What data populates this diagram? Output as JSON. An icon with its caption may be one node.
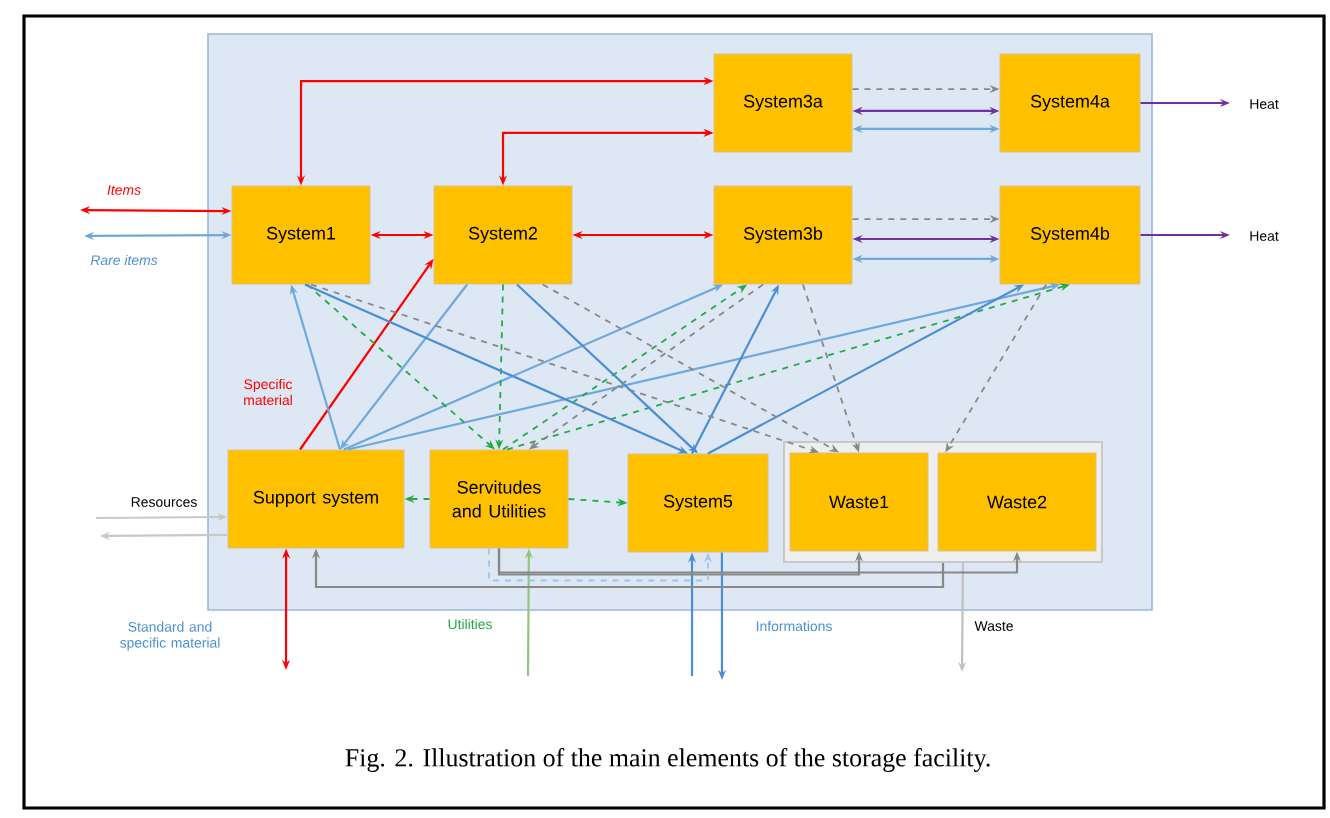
{
  "diagram": {
    "caption": "Fig. 2. Illustration of the main elements of the storage facility.",
    "nodes": [
      {
        "text": [
          "System1"
        ]
      },
      {
        "text": [
          "System2"
        ]
      },
      {
        "text": [
          "System3a"
        ]
      },
      {
        "text": [
          "System4a"
        ]
      },
      {
        "text": [
          "System3b"
        ]
      },
      {
        "text": [
          "System4b"
        ]
      },
      {
        "text": [
          "Support system"
        ]
      },
      {
        "text": [
          "Servitudes and Utilities"
        ]
      },
      {
        "text": [
          "System5"
        ]
      },
      {
        "text": [],
        "shape": "box"
      },
      {
        "text": [
          "Waste1"
        ],
        "in": 9
      },
      {
        "text": [
          "Waste2"
        ],
        "in": 9
      }
    ],
    "edges": [
      {
        "from": 0,
        "to": 2,
        "arrow": "both",
        "color": "#ff0000"
      },
      {
        "from": 1,
        "to": 2,
        "arrow": "both",
        "color": "#ff0000"
      },
      {
        "from": 0,
        "to": 1,
        "arrow": "both",
        "color": "#ff0000"
      },
      {
        "from": 1,
        "to": 4,
        "arrow": "both",
        "color": "#ff0000"
      },
      {
        "from": 2,
        "to": 3,
        "arrow": "to",
        "style": "dashed",
        "color": "#888888"
      },
      {
        "from": 2,
        "to": 3,
        "arrow": "both",
        "color": "#7030a0"
      },
      {
        "from": 2,
        "to": 3,
        "arrow": "both",
        "color": "#6fa8dc"
      },
      {
        "from": 4,
        "to": 5,
        "arrow": "to",
        "style": "dashed",
        "color": "#888888"
      },
      {
        "from": 4,
        "to": 5,
        "arrow": "both",
        "color": "#7030a0"
      },
      {
        "from": 4,
        "to": 5,
        "arrow": "both",
        "color": "#6fa8dc"
      },
      {
        "from": 3,
        "to": null,
        "arrow": "to",
        "label": "Heat",
        "color": "#7030a0"
      },
      {
        "from": 5,
        "to": null,
        "arrow": "to",
        "label": "Heat",
        "color": "#7030a0"
      },
      {
        "from": null,
        "to": 0,
        "arrow": "both",
        "label": "Items",
        "color": "#ff0000"
      },
      {
        "from": null,
        "to": 0,
        "arrow": "both",
        "label": "Rare items",
        "color": "#6fa8dc"
      },
      {
        "from": 6,
        "to": 1,
        "arrow": "to",
        "label": "Specific material",
        "color": "#ff0000"
      },
      {
        "from": null,
        "to": 6,
        "arrow": "to",
        "label": "Resources",
        "color": "#c8c8c8"
      },
      {
        "from": 6,
        "to": null,
        "arrow": "to",
        "color": "#c8c8c8"
      },
      {
        "from": 6,
        "to": null,
        "arrow": "both",
        "color": "#ff0000"
      },
      {
        "from": 7,
        "to": 6,
        "arrow": "to",
        "style": "dashed",
        "color": "#22aa44"
      },
      {
        "from": 7,
        "to": 8,
        "arrow": "to",
        "style": "dashed",
        "color": "#22aa44"
      },
      {
        "from": null,
        "to": 7,
        "arrow": "to",
        "label": "Utilities",
        "color": "#93c47d"
      },
      {
        "from": null,
        "to": 8,
        "arrow": "to",
        "label": "Informations",
        "color": "#4a8fd4"
      },
      {
        "from": 8,
        "to": null,
        "arrow": "to",
        "color": "#4a8fd4"
      },
      {
        "from": 9,
        "to": null,
        "arrow": "to",
        "label": "Waste",
        "color": "#c0c0c0"
      },
      {
        "from": 7,
        "to": 10,
        "arrow": "to",
        "color": "#888888"
      },
      {
        "from": 7,
        "to": 11,
        "arrow": "to",
        "color": "#888888"
      },
      {
        "from": 9,
        "to": 6,
        "arrow": "to",
        "color": "#888888"
      },
      {
        "from": 7,
        "to": 8,
        "arrow": "to",
        "style": "dashed",
        "color": "#9fc5e8"
      },
      {
        "from": 6,
        "to": 0,
        "arrow": "to",
        "color": "#6fa8dc"
      },
      {
        "from": 1,
        "to": 6,
        "arrow": "to",
        "color": "#6fa8dc"
      },
      {
        "from": 6,
        "to": 4,
        "arrow": "to",
        "color": "#6fa8dc"
      },
      {
        "from": 6,
        "to": 5,
        "arrow": "to",
        "color": "#6fa8dc"
      },
      {
        "from": 0,
        "to": 7,
        "arrow": "to",
        "style": "dashed",
        "color": "#22aa44"
      },
      {
        "from": 1,
        "to": 7,
        "arrow": "to",
        "style": "dashed",
        "color": "#22aa44"
      },
      {
        "from": 7,
        "to": 4,
        "arrow": "to",
        "style": "dashed",
        "color": "#22aa44"
      },
      {
        "from": 7,
        "to": 5,
        "arrow": "to",
        "style": "dashed",
        "color": "#22aa44"
      },
      {
        "from": 0,
        "to": 8,
        "arrow": "to",
        "color": "#4a8fd4"
      },
      {
        "from": 1,
        "to": 8,
        "arrow": "to",
        "color": "#4a8fd4"
      },
      {
        "from": 8,
        "to": 4,
        "arrow": "to",
        "color": "#4a8fd4"
      },
      {
        "from": 8,
        "to": 5,
        "arrow": "to",
        "color": "#4a8fd4"
      },
      {
        "from": 0,
        "to": 10,
        "arrow": "to",
        "style": "dashed",
        "color": "#888888"
      },
      {
        "from": 1,
        "to": 10,
        "arrow": "to",
        "style": "dashed",
        "color": "#888888"
      },
      {
        "from": 4,
        "to": 10,
        "arrow": "to",
        "style": "dashed",
        "color": "#888888"
      },
      {
        "from": 5,
        "to": 11,
        "arrow": "to",
        "style": "dashed",
        "color": "#888888"
      },
      {
        "from": 4,
        "to": 7,
        "arrow": "to",
        "style": "dashed",
        "color": "#888888"
      }
    ],
    "labels": [
      "Standard and specific material"
    ]
  }
}
